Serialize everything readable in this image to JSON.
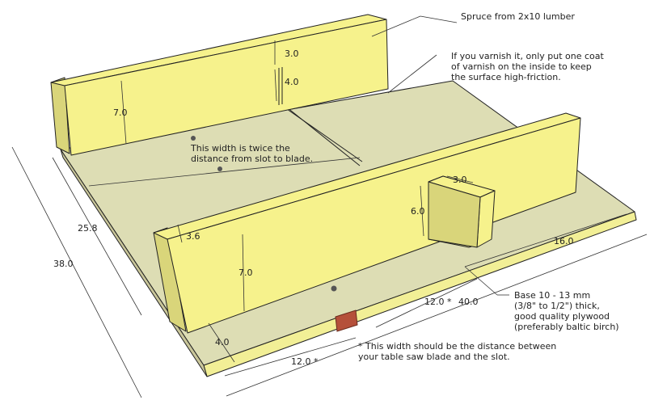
{
  "colors": {
    "fence_face": "#f6f28c",
    "fence_side": "#d9d57a",
    "base_top": "#ddddb4",
    "base_edge": "#f2ef96",
    "runner": "#b5503a"
  },
  "dimensions": {
    "back_top_gap": "3.0",
    "back_slot_height": "4.0",
    "back_fence_height": "7.0",
    "front_fence_thickness": "3.6",
    "front_fence_height": "7.0",
    "block_width": "3.0",
    "block_height": "6.0",
    "front_offset": "4.0",
    "depth_inner": "25.8",
    "depth_total": "38.0",
    "right_width": "16.0",
    "slot_to_edge": "12.0 *",
    "total_width": "40.0",
    "runner_offset": "12.0 *"
  },
  "notes": {
    "spruce": "Spruce from 2x10 lumber",
    "varnish_1": "If you varnish it, only put one coat",
    "varnish_2": "of varnish on the inside to keep",
    "varnish_3": "the surface high-friction.",
    "twice_1": "This width is twice the",
    "twice_2": "distance from slot to blade.",
    "base_1": "Base 10 - 13 mm",
    "base_2": "(3/8\" to 1/2\") thick,",
    "base_3": "good quality plywood",
    "base_4": "(preferably baltic birch)",
    "star_1": "* This width should be the distance between",
    "star_2": "your table saw blade and the slot."
  }
}
